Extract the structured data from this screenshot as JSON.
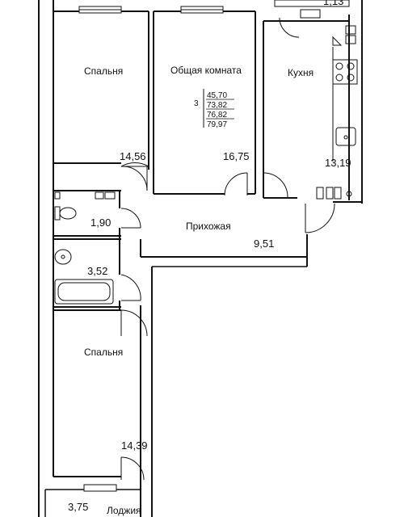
{
  "rooms": {
    "bedroom_top": {
      "name": "Спальня",
      "area": "14,56"
    },
    "living": {
      "name": "Общая комната",
      "area": "16,75"
    },
    "kitchen": {
      "name": "Кухня",
      "area": "13,19"
    },
    "toilet": {
      "area": "1,90"
    },
    "bathroom": {
      "area": "3,52"
    },
    "hall": {
      "name": "Прихожая",
      "area": "9,51"
    },
    "bedroom_bottom": {
      "name": "Спальня",
      "area": "14,39"
    },
    "loggia": {
      "name": "Лоджия",
      "area": "3,75"
    },
    "balcony_top": {
      "area": "1,13"
    }
  },
  "summary": {
    "rooms_count": "3",
    "values": [
      "45,70",
      "73,82",
      "76,82",
      "79,97"
    ]
  }
}
